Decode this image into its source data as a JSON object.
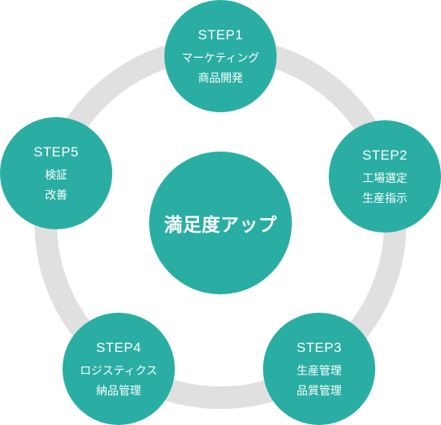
{
  "colors": {
    "node": "#2aaea3",
    "ring": "#e0e0e0",
    "text": "#ffffff"
  },
  "center": {
    "label": "満足度アップ"
  },
  "steps": [
    {
      "label": "STEP1",
      "lines": [
        "マーケティング",
        "商品開発"
      ]
    },
    {
      "label": "STEP2",
      "lines": [
        "工場選定",
        "生産指示"
      ]
    },
    {
      "label": "STEP3",
      "lines": [
        "生産管理",
        "品質管理"
      ]
    },
    {
      "label": "STEP4",
      "lines": [
        "ロジスティクス",
        "納品管理"
      ]
    },
    {
      "label": "STEP5",
      "lines": [
        "検証",
        "改善"
      ]
    }
  ]
}
